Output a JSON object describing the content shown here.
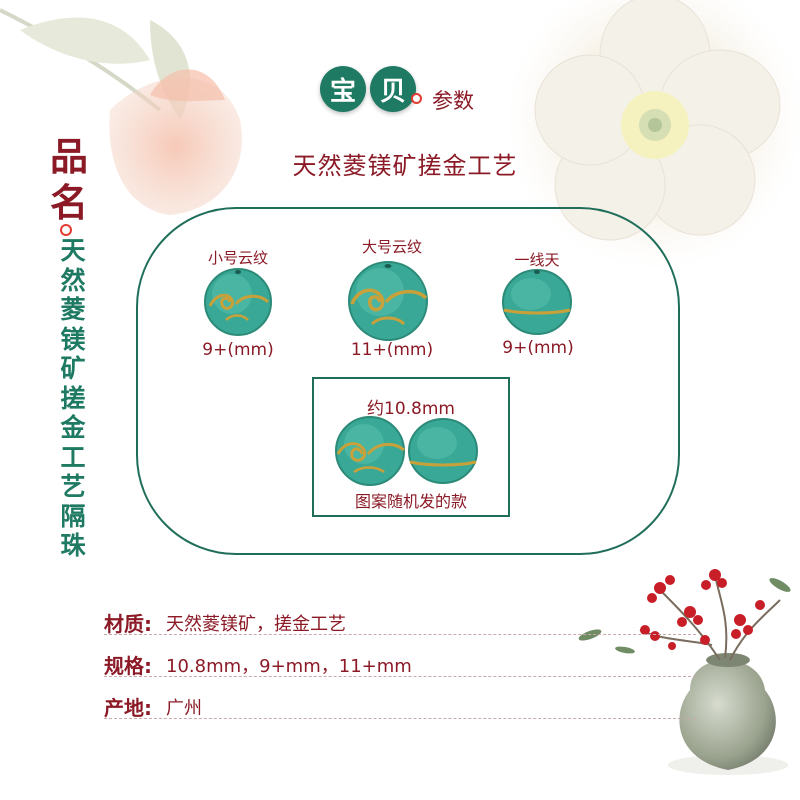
{
  "header": {
    "badge_1": "宝",
    "badge_2": "贝",
    "subtitle": "参数"
  },
  "title": "天然菱镁矿搓金工艺",
  "name_label": [
    "品",
    "名"
  ],
  "vertical_name": [
    "天",
    "然",
    "菱",
    "镁",
    "矿",
    "搓",
    "金",
    "工",
    "艺",
    "隔",
    "珠"
  ],
  "beads": [
    {
      "label": "小号云纹",
      "size": "9+(mm)"
    },
    {
      "label": "大号云纹",
      "size": "11+(mm)"
    },
    {
      "label": "一线天",
      "size": "9+(mm)"
    }
  ],
  "random_box": {
    "size": "约10.8mm",
    "caption": "图案随机发的款"
  },
  "specs": [
    {
      "label": "材质:",
      "value": "天然菱镁矿，搓金工艺"
    },
    {
      "label": "规格:",
      "value": "10.8mm，9+mm，11+mm"
    },
    {
      "label": "产地:",
      "value": "广州"
    }
  ],
  "colors": {
    "accent_red": "#8b1a26",
    "accent_green": "#1f7a63",
    "bead_turquoise": "#3aa896",
    "gold": "#c9a13a"
  }
}
